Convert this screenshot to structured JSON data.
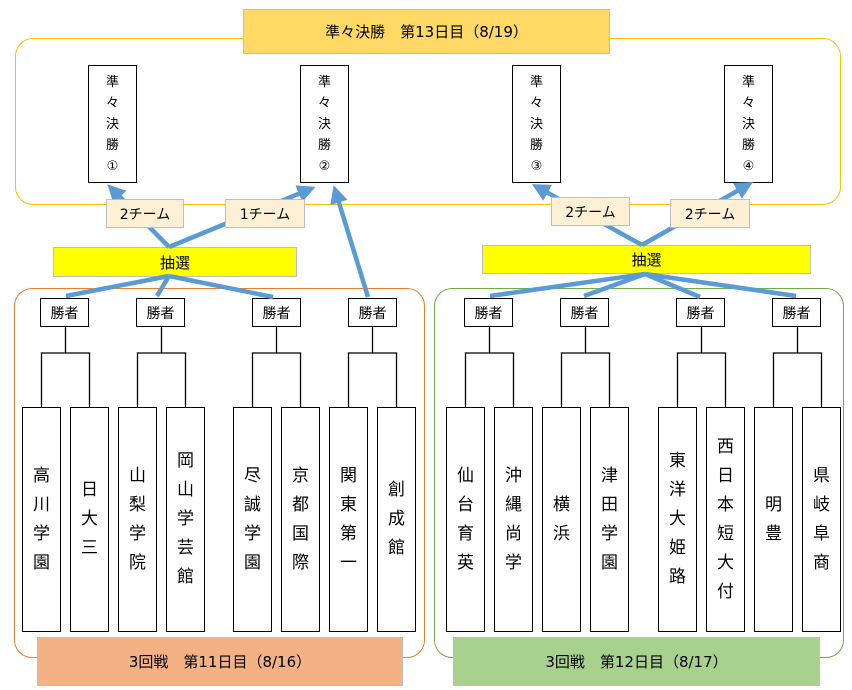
{
  "colors": {
    "qf_group_border": "#FFC000",
    "left_group_border": "#ED7D31",
    "right_group_border": "#70AD47",
    "qf_banner": "#FFD966",
    "left_banner": "#F4B183",
    "right_banner": "#A9D18E",
    "lottery": "#FFFF00",
    "chip": "#FDF0D5",
    "arrow": "#5B9BD5"
  },
  "quarterfinal": {
    "banner": "準々決勝　第13日目（8/19）",
    "matches": [
      {
        "chars": [
          "準",
          "々",
          "決",
          "勝",
          "①"
        ]
      },
      {
        "chars": [
          "準",
          "々",
          "決",
          "勝",
          "②"
        ]
      },
      {
        "chars": [
          "準",
          "々",
          "決",
          "勝",
          "③"
        ]
      },
      {
        "chars": [
          "準",
          "々",
          "決",
          "勝",
          "④"
        ]
      }
    ]
  },
  "allocation_chips": [
    {
      "label": "2チーム"
    },
    {
      "label": "1チーム"
    },
    {
      "label": "2チーム"
    },
    {
      "label": "2チーム"
    }
  ],
  "lottery": {
    "left_label": "抽選",
    "right_label": "抽選"
  },
  "winner_label": "勝者",
  "left_round": {
    "banner": "3回戦　第11日目（8/16）",
    "teams": [
      {
        "chars": [
          "高",
          "川",
          "学",
          "園"
        ]
      },
      {
        "chars": [
          "日",
          "大",
          "三"
        ]
      },
      {
        "chars": [
          "山",
          "梨",
          "学",
          "院"
        ]
      },
      {
        "chars": [
          "岡",
          "山",
          "学",
          "芸",
          "館"
        ]
      },
      {
        "chars": [
          "尽",
          "誠",
          "学",
          "園"
        ]
      },
      {
        "chars": [
          "京",
          "都",
          "国",
          "際"
        ]
      },
      {
        "chars": [
          "関",
          "東",
          "第",
          "一"
        ]
      },
      {
        "chars": [
          "創",
          "成",
          "館"
        ]
      }
    ]
  },
  "right_round": {
    "banner": "3回戦　第12日目（8/17）",
    "teams": [
      {
        "chars": [
          "仙",
          "台",
          "育",
          "英"
        ]
      },
      {
        "chars": [
          "沖",
          "縄",
          "尚",
          "学"
        ]
      },
      {
        "chars": [
          "横",
          "浜"
        ]
      },
      {
        "chars": [
          "津",
          "田",
          "学",
          "園"
        ]
      },
      {
        "chars": [
          "東",
          "洋",
          "大",
          "姫",
          "路"
        ]
      },
      {
        "chars": [
          "西",
          "日",
          "本",
          "短",
          "大",
          "付"
        ]
      },
      {
        "chars": [
          "明",
          "豊"
        ]
      },
      {
        "chars": [
          "県",
          "岐",
          "阜",
          "商"
        ]
      }
    ]
  }
}
